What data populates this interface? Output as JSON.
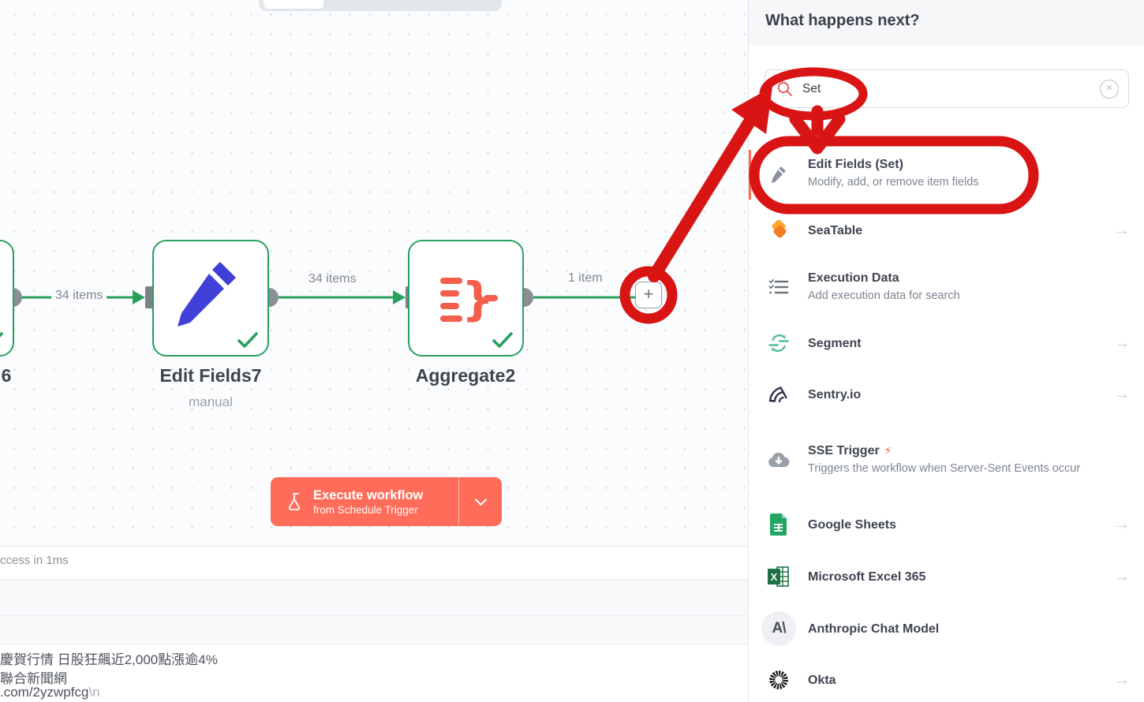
{
  "colors": {
    "accent": "#ff6d5a",
    "annotation_red": "#d91414",
    "node_green": "#2aa05f"
  },
  "canvas": {
    "partial_node_label": "6",
    "nodes": [
      {
        "label": "Edit Fields7",
        "sublabel": "manual"
      },
      {
        "label": "Aggregate2"
      }
    ],
    "connections": [
      {
        "label": "34 items"
      },
      {
        "label": "34 items"
      },
      {
        "label": "1 item"
      }
    ],
    "plus_label": "+",
    "execute_button": {
      "label": "Execute workflow",
      "sublabel": "from Schedule Trigger"
    }
  },
  "panel": {
    "title": "What happens next?",
    "search": {
      "value": "Set",
      "clear_glyph": "✕"
    },
    "arrow_glyph": "→",
    "bolt_glyph": "⚡",
    "anthropic_glyph": "A\\",
    "items": [
      {
        "title": "Edit Fields (Set)",
        "subtitle": "Modify, add, or remove item fields"
      },
      {
        "title": "SeaTable"
      },
      {
        "title": "Execution Data",
        "subtitle": "Add execution data for search"
      },
      {
        "title": "Segment"
      },
      {
        "title": "Sentry.io"
      },
      {
        "title": "SSE Trigger",
        "subtitle": "Triggers the workflow when Server-Sent Events occur"
      },
      {
        "title": "Google Sheets"
      },
      {
        "title": "Microsoft Excel 365"
      },
      {
        "title": "Anthropic Chat Model"
      },
      {
        "title": "Okta"
      }
    ]
  },
  "bottom": {
    "status": "ccess in 1ms",
    "row1": "慶賀行情 日股狂飆近2,000點漲逾4%",
    "row2": "聯合新聞網",
    "row3_url": ".com/2yzwpfcg",
    "row3_escape": "\\n"
  }
}
